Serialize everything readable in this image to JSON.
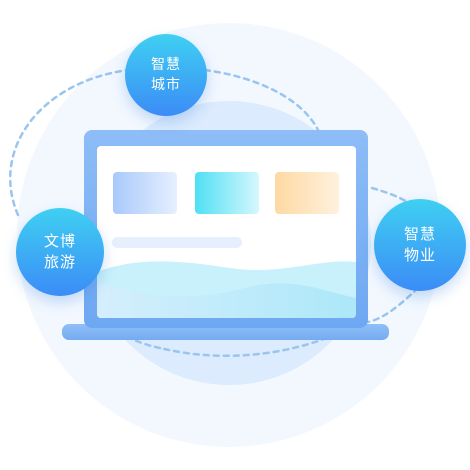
{
  "bubbles": {
    "smart_city": {
      "line1": "智慧",
      "line2": "城市"
    },
    "culture_tourism": {
      "line1": "文博",
      "line2": "旅游"
    },
    "smart_property": {
      "line1": "智慧",
      "line2": "物业"
    }
  },
  "colors": {
    "background_circle": "#f1f7ff",
    "inner_circle": "#dbeafd",
    "laptop_frame": "#7fb4f4",
    "screen": "#ffffff",
    "card_blue": "#b4d3fb",
    "card_cyan": "#65e6f6",
    "card_orange": "#fde2b8",
    "wave": "#b6ecfa",
    "dashed_orbit": "#8fc0ec",
    "bubble_top": "#3fd0f2",
    "bubble_bottom": "#3b8cf6"
  },
  "icons": [
    "laptop-illustration"
  ]
}
